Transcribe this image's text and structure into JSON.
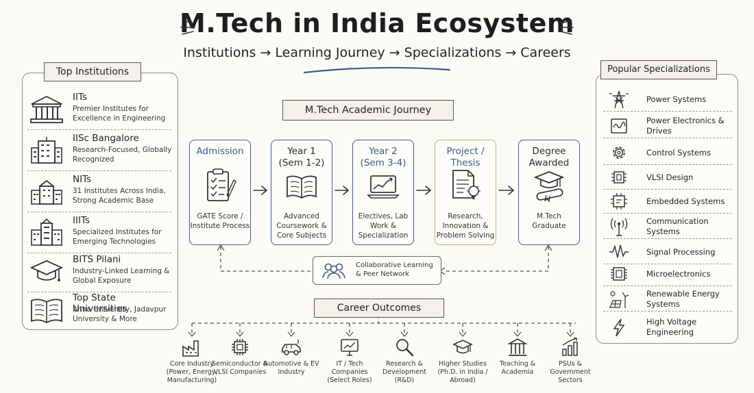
{
  "header": {
    "title": "M.Tech in India Ecosystem",
    "subtitle": "Institutions → Learning Journey → Specializations → Careers"
  },
  "institutions": {
    "title": "Top Institutions",
    "items": [
      {
        "name": "IITs",
        "desc": "Premier Institutes for Excellence in Engineering",
        "icon": "building-columns-icon"
      },
      {
        "name": "IISc Bangalore",
        "desc": "Research-Focused, Globally Recognized",
        "icon": "campus-building-icon"
      },
      {
        "name": "NITs",
        "desc": "31 Institutes Across India, Strong Academic Base",
        "icon": "school-building-icon"
      },
      {
        "name": "IIITs",
        "desc": "Specialized Institutes for Emerging Technologies",
        "icon": "institute-building-icon"
      },
      {
        "name": "BITS Pilani",
        "desc": "Industry-Linked Learning & Global Exposure",
        "icon": "graduation-cap-icon"
      },
      {
        "name": "Top State Universities",
        "desc": "Anna University, Jadavpur University & More",
        "icon": "open-book-icon"
      }
    ]
  },
  "journey": {
    "title": "M.Tech Academic Journey",
    "steps": [
      {
        "heading": "Admission",
        "footer": "GATE Score / Institute Process",
        "icon": "checklist-icon"
      },
      {
        "heading": "Year 1 (Sem 1-2)",
        "footer": "Advanced Coursework & Core Subjects",
        "icon": "book-icon"
      },
      {
        "heading": "Year 2 (Sem 3-4)",
        "footer": "Electives, Lab Work & Specialization",
        "icon": "laptop-chart-icon"
      },
      {
        "heading": "Project / Thesis",
        "footer": "Research, Innovation & Problem Solving",
        "icon": "document-bulb-icon"
      },
      {
        "heading": "Degree Awarded",
        "footer": "M.Tech Graduate",
        "icon": "diploma-cap-icon"
      }
    ],
    "collab": "Collaborative Learning & Peer Network"
  },
  "specializations": {
    "title": "Popular Specializations",
    "items": [
      {
        "name": "Power Systems",
        "icon": "power-tower-icon"
      },
      {
        "name": "Power Electronics & Drives",
        "icon": "waveform-box-icon"
      },
      {
        "name": "Control Systems",
        "icon": "gear-icon"
      },
      {
        "name": "VLSI Design",
        "icon": "chip-icon"
      },
      {
        "name": "Embedded Systems",
        "icon": "embedded-chip-icon"
      },
      {
        "name": "Communication Systems",
        "icon": "antenna-icon"
      },
      {
        "name": "Signal Processing",
        "icon": "signal-wave-icon"
      },
      {
        "name": "Microelectronics",
        "icon": "microchip-icon"
      },
      {
        "name": "Renewable Energy Systems",
        "icon": "solar-wind-icon"
      },
      {
        "name": "High Voltage Engineering",
        "icon": "lightning-icon"
      }
    ]
  },
  "careers": {
    "title": "Career Outcomes",
    "items": [
      {
        "label": "Core Industry (Power, Energy, Manufacturing)",
        "icon": "factory-icon"
      },
      {
        "label": "Semiconductor & VLSI Companies",
        "icon": "semiconductor-icon"
      },
      {
        "label": "Automotive & EV Industry",
        "icon": "car-icon"
      },
      {
        "label": "IT / Tech Companies (Select Roles)",
        "icon": "monitor-icon"
      },
      {
        "label": "Research & Development (R&D)",
        "icon": "magnifier-icon"
      },
      {
        "label": "Higher Studies (Ph.D. in India / Abroad)",
        "icon": "mortarboard-icon"
      },
      {
        "label": "Teaching & Academia",
        "icon": "academy-icon"
      },
      {
        "label": "PSUs & Government Sectors",
        "icon": "bar-growth-icon"
      }
    ]
  },
  "colors": {
    "accent_blue": "#3d5a8c",
    "thesis_gold": "#c9b25a"
  }
}
